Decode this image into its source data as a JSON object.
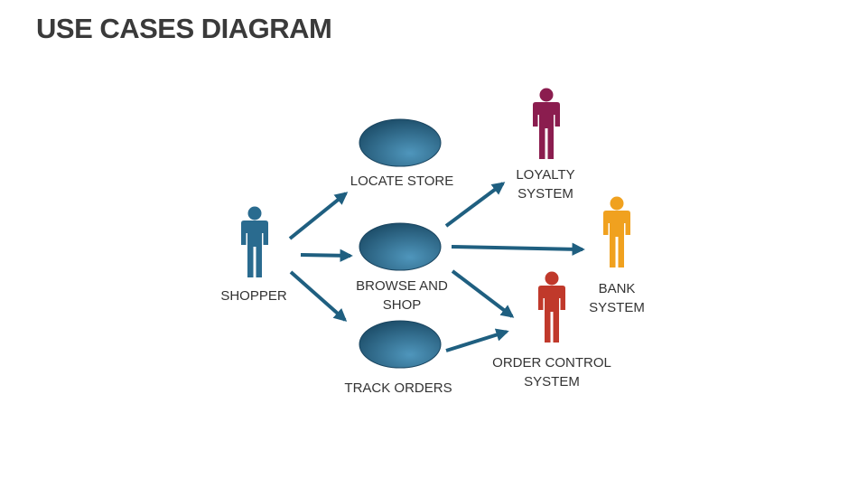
{
  "title": "USE CASES DIAGRAM",
  "colors": {
    "arrow": "#1f5f80",
    "shopper": "#2a6b8f",
    "loyalty": "#8b1d4f",
    "bank": "#f0a11f",
    "order": "#c0392b",
    "usecase_dark": "#1d4e6a",
    "usecase_light": "#4f96bc"
  },
  "actors": {
    "shopper": {
      "label": "SHOPPER",
      "icon": "person-icon"
    },
    "loyalty": {
      "label_1": "LOYALTY",
      "label_2": "SYSTEM",
      "icon": "person-icon"
    },
    "bank": {
      "label_1": "BANK",
      "label_2": "SYSTEM",
      "icon": "person-icon"
    },
    "order": {
      "label_1": "ORDER CONTROL",
      "label_2": "SYSTEM",
      "icon": "person-icon"
    }
  },
  "use_cases": {
    "locate": {
      "label": "LOCATE STORE"
    },
    "browse": {
      "label_1": "BROWSE AND",
      "label_2": "SHOP"
    },
    "track": {
      "label": "TRACK ORDERS"
    }
  }
}
